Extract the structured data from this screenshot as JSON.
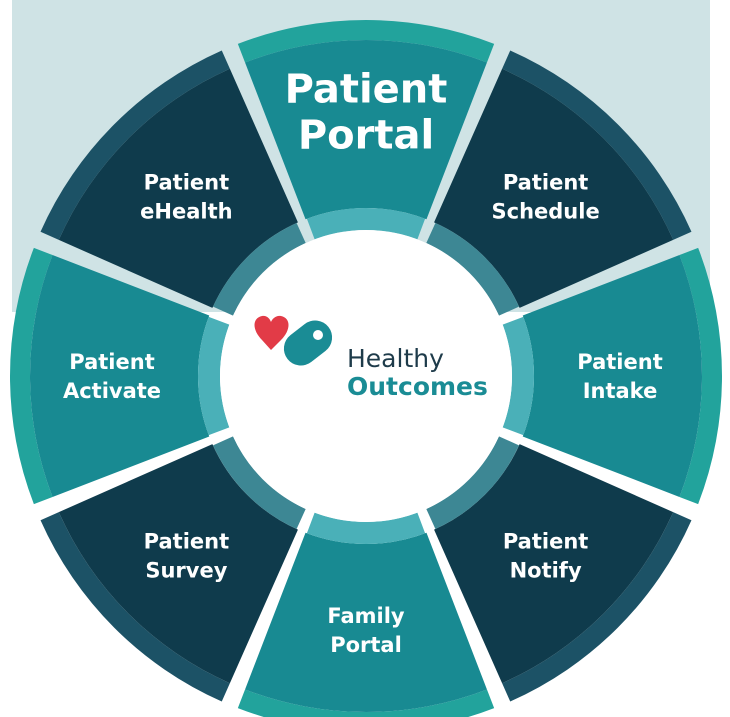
{
  "brand": {
    "line1": "Healthy",
    "line2": "Outcomes"
  },
  "segments": [
    {
      "id": "patient-portal",
      "lines": [
        "Patient",
        "Portal"
      ],
      "tone": "mid"
    },
    {
      "id": "patient-schedule",
      "lines": [
        "Patient",
        "Schedule"
      ],
      "tone": "dark"
    },
    {
      "id": "patient-intake",
      "lines": [
        "Patient",
        "Intake"
      ],
      "tone": "mid"
    },
    {
      "id": "patient-notify",
      "lines": [
        "Patient",
        "Notify"
      ],
      "tone": "dark"
    },
    {
      "id": "family-portal",
      "lines": [
        "Family",
        "Portal"
      ],
      "tone": "mid"
    },
    {
      "id": "patient-survey",
      "lines": [
        "Patient",
        "Survey"
      ],
      "tone": "dark"
    },
    {
      "id": "patient-activate",
      "lines": [
        "Patient",
        "Activate"
      ],
      "tone": "mid"
    },
    {
      "id": "patient-ehealth",
      "lines": [
        "Patient",
        "eHealth"
      ],
      "tone": "dark"
    }
  ],
  "colors": {
    "backdrop": "#cfe3e5",
    "mid_outer": "#22a39c",
    "mid_fill": "#188a92",
    "dark_outer": "#1c5266",
    "dark_fill": "#0f3b4c",
    "inner_ring_mid": "#4ab0b8",
    "inner_ring_dark": "#3d8794",
    "center": "#ffffff",
    "brand_dark": "#1e3b4a",
    "brand_teal": "#1a8c95",
    "heart": "#e23b47"
  }
}
